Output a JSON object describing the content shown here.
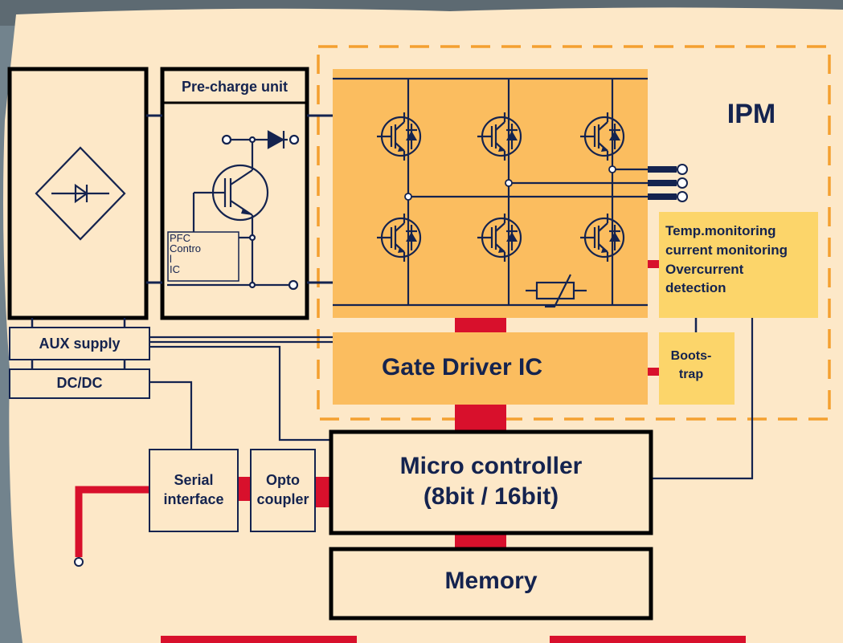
{
  "diagram": {
    "ipm_label": "IPM",
    "precharge_label": "Pre-charge unit",
    "pfc_label": "PFC\nContro\nl\nIC",
    "aux_supply_label": "AUX supply",
    "dcdc_label": "DC/DC",
    "gate_driver_label": "Gate Driver IC",
    "monitoring_label": "Temp.monitoring\ncurrent monitoring\nOvercurrent\ndetection",
    "bootstrap_label": "Boots-\ntrap",
    "microcontroller_label": "Micro controller\n(8bit / 16bit)",
    "memory_label": "Memory",
    "serial_label": "Serial\ninterface",
    "opto_label": "Opto\ncoupler"
  },
  "colors": {
    "background_panel": "#fde8c8",
    "inverter_block": "#fbbd5f",
    "monitor_block": "#fcd56a",
    "ipm_border": "#f4a030",
    "wire": "#14234f",
    "red_bus": "#d8102c"
  }
}
